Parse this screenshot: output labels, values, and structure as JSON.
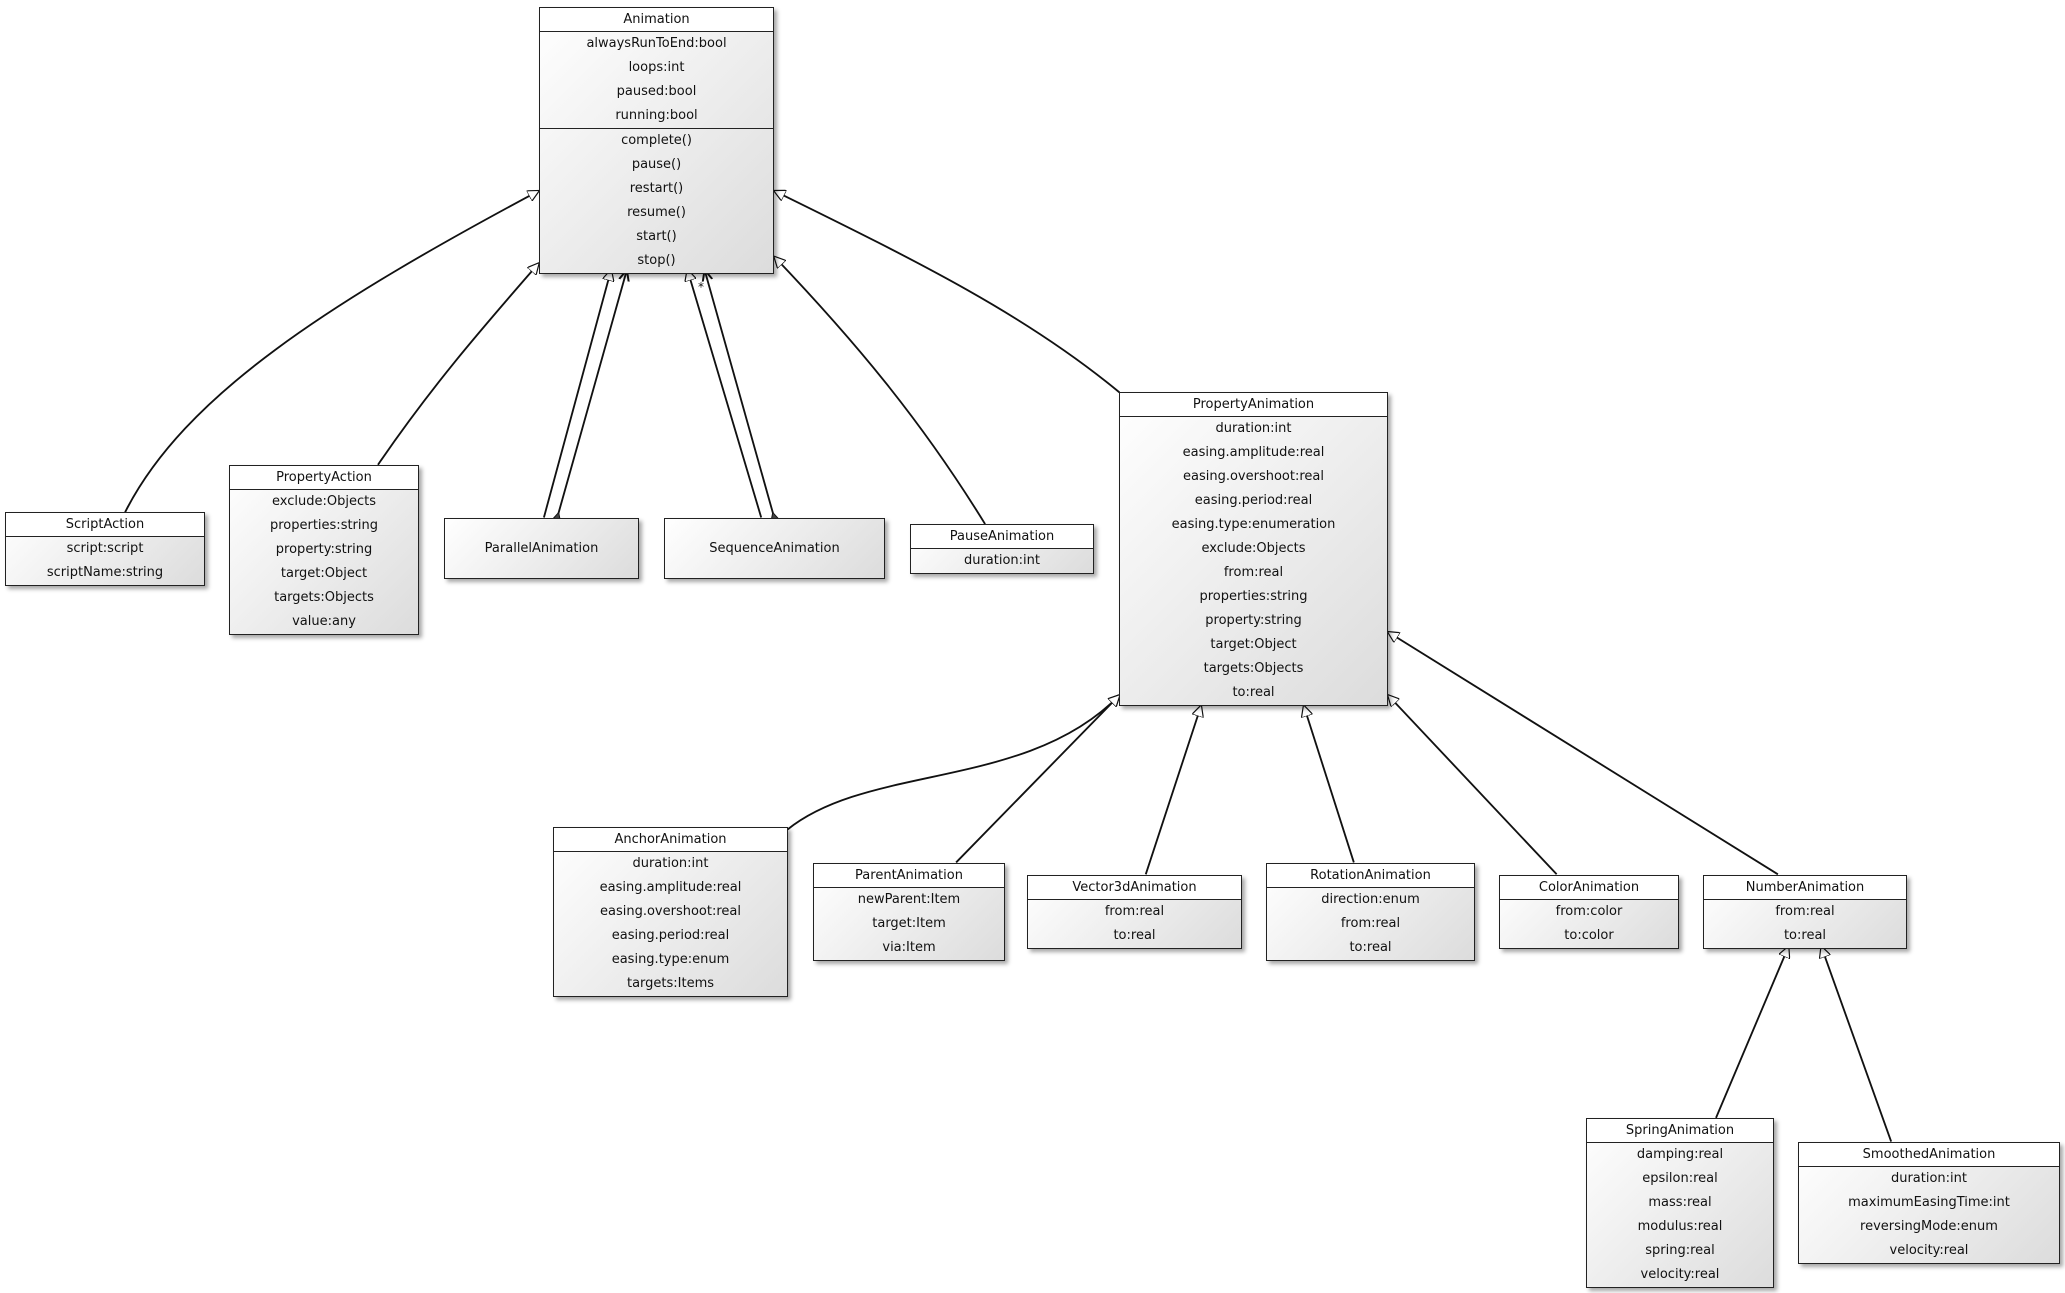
{
  "classes": {
    "animation": {
      "name": "Animation",
      "attributes": [
        "alwaysRunToEnd:bool",
        "loops:int",
        "paused:bool",
        "running:bool"
      ],
      "methods": [
        "complete()",
        "pause()",
        "restart()",
        "resume()",
        "start()",
        "stop()"
      ]
    },
    "scriptAction": {
      "name": "ScriptAction",
      "attributes": [
        "script:script",
        "scriptName:string"
      ]
    },
    "propertyAction": {
      "name": "PropertyAction",
      "attributes": [
        "exclude:Objects",
        "properties:string",
        "property:string",
        "target:Object",
        "targets:Objects",
        "value:any"
      ]
    },
    "parallelAnimation": {
      "name": "ParallelAnimation"
    },
    "sequenceAnimation": {
      "name": "SequenceAnimation"
    },
    "pauseAnimation": {
      "name": "PauseAnimation",
      "attributes": [
        "duration:int"
      ]
    },
    "propertyAnimation": {
      "name": "PropertyAnimation",
      "attributes": [
        "duration:int",
        "easing.amplitude:real",
        "easing.overshoot:real",
        "easing.period:real",
        "easing.type:enumeration",
        "exclude:Objects",
        "from:real",
        "properties:string",
        "property:string",
        "target:Object",
        "targets:Objects",
        "to:real"
      ]
    },
    "anchorAnimation": {
      "name": "AnchorAnimation",
      "attributes": [
        "duration:int",
        "easing.amplitude:real",
        "easing.overshoot:real",
        "easing.period:real",
        "easing.type:enum",
        "targets:Items"
      ]
    },
    "parentAnimation": {
      "name": "ParentAnimation",
      "attributes": [
        "newParent:Item",
        "target:Item",
        "via:Item"
      ]
    },
    "vector3dAnimation": {
      "name": "Vector3dAnimation",
      "attributes": [
        "from:real",
        "to:real"
      ]
    },
    "rotationAnimation": {
      "name": "RotationAnimation",
      "attributes": [
        "direction:enum",
        "from:real",
        "to:real"
      ]
    },
    "colorAnimation": {
      "name": "ColorAnimation",
      "attributes": [
        "from:color",
        "to:color"
      ]
    },
    "numberAnimation": {
      "name": "NumberAnimation",
      "attributes": [
        "from:real",
        "to:real"
      ]
    },
    "springAnimation": {
      "name": "SpringAnimation",
      "attributes": [
        "damping:real",
        "epsilon:real",
        "mass:real",
        "modulus:real",
        "spring:real",
        "velocity:real"
      ]
    },
    "smoothedAnimation": {
      "name": "SmoothedAnimation",
      "attributes": [
        "duration:int",
        "maximumEasingTime:int",
        "reversingMode:enum",
        "velocity:real"
      ]
    }
  },
  "multiplicity": "*"
}
